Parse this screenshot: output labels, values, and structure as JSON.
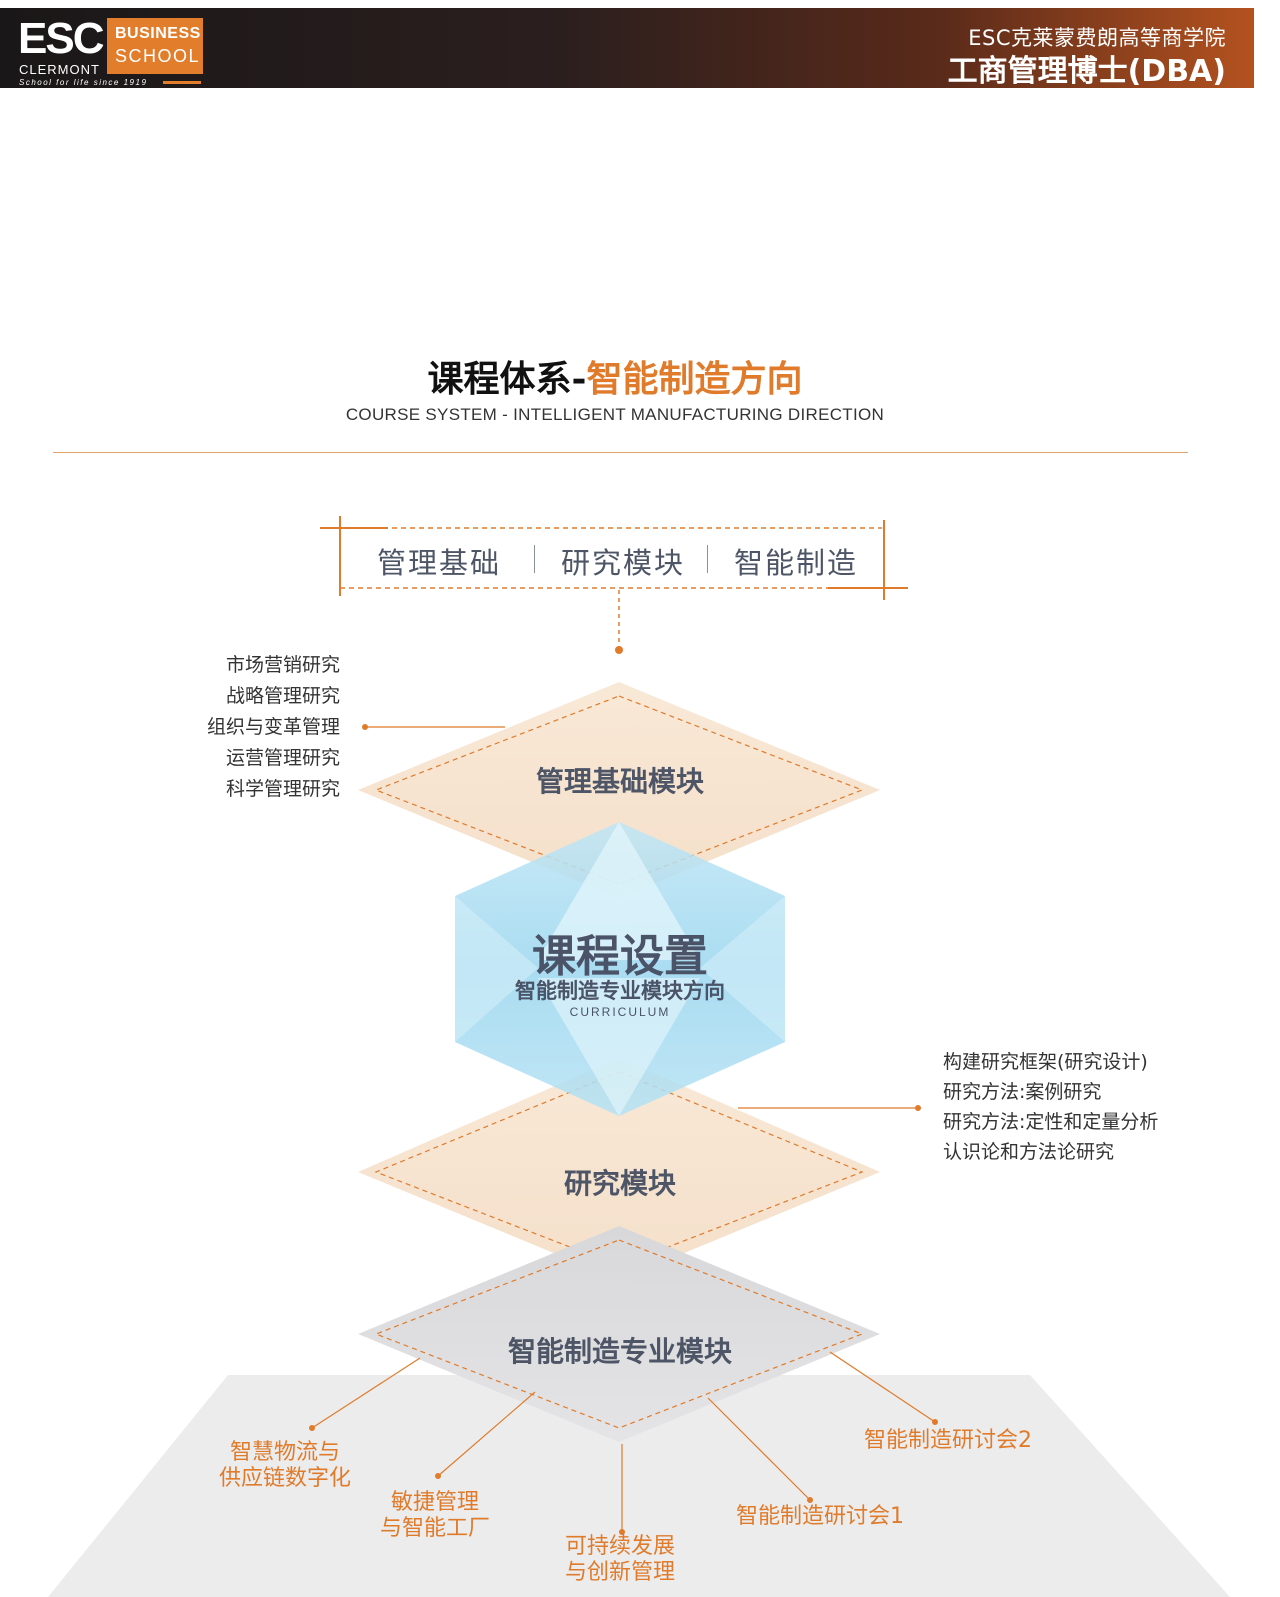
{
  "header": {
    "logo_esc": "ESC",
    "logo_clermont": "CLERMONT",
    "logo_tagline": "School for life since 1919",
    "logo_business": "BUSINESS",
    "logo_school": "SCHOOL",
    "school_name": "ESC克莱蒙费朗高等商学院",
    "program": "工商管理博士(DBA)"
  },
  "title": {
    "main": "课程体系-",
    "accent": "智能制造方向",
    "english": "COURSE SYSTEM - INTELLIGENT MANUFACTURING DIRECTION"
  },
  "top_box": {
    "items": [
      "管理基础",
      "研究模块",
      "智能制造"
    ]
  },
  "modules": {
    "management": "管理基础模块",
    "research": "研究模块",
    "manufacturing": "智能制造专业模块"
  },
  "center": {
    "title": "课程设置",
    "subtitle": "智能制造专业模块方向",
    "english": "CURRICULUM"
  },
  "management_courses": [
    "市场营销研究",
    "战略管理研究",
    "组织与变革管理",
    "运营管理研究",
    "科学管理研究"
  ],
  "research_courses": [
    "构建研究框架(研究设计)",
    "研究方法:案例研究",
    "研究方法:定性和定量分析",
    "认识论和方法论研究"
  ],
  "manufacturing_courses": [
    {
      "line1": "智慧物流与",
      "line2": "供应链数字化"
    },
    {
      "line1": "敏捷管理",
      "line2": "与智能工厂"
    },
    {
      "line1": "可持续发展",
      "line2": "与创新管理"
    },
    {
      "line1": "智能制造研讨会1",
      "line2": ""
    },
    {
      "line1": "智能制造研讨会2",
      "line2": ""
    }
  ],
  "colors": {
    "accent": "#e07b2b",
    "text_dark": "#4d5566",
    "diamond_fill": "#f6e2cd",
    "hexagon": "#8fd0ec"
  }
}
